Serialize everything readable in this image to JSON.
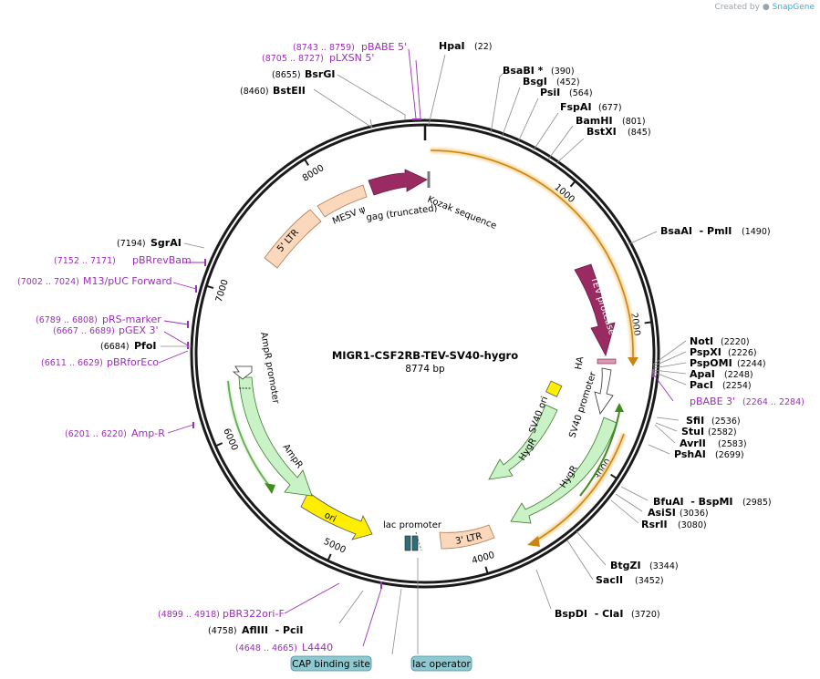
{
  "branding": {
    "prefix": "Created by",
    "product": "SnapGene"
  },
  "map": {
    "name": "MIGR1-CSF2RB-TEV-SV40-hygro",
    "size_label": "8774 bp",
    "total_bp": 8774
  },
  "ticks": [
    {
      "bp": 1000,
      "label": "1000"
    },
    {
      "bp": 2000,
      "label": "2000"
    },
    {
      "bp": 3000,
      "label": "3000"
    },
    {
      "bp": 4000,
      "label": "4000"
    },
    {
      "bp": 5000,
      "label": "5000"
    },
    {
      "bp": 6000,
      "label": "6000"
    },
    {
      "bp": 7000,
      "label": "7000"
    },
    {
      "bp": 8000,
      "label": "8000"
    }
  ],
  "sites": [
    {
      "name": "HpaI",
      "pos": "(22)",
      "bp": 22
    },
    {
      "name": "BsaBI *",
      "pos": "(390)",
      "bp": 390
    },
    {
      "name": "BsgI",
      "pos": "(452)",
      "bp": 452
    },
    {
      "name": "PsiI",
      "pos": "(564)",
      "bp": 564
    },
    {
      "name": "FspAI",
      "pos": "(677)",
      "bp": 677
    },
    {
      "name": "BamHI",
      "pos": "(801)",
      "bp": 801
    },
    {
      "name": "BstXI",
      "pos": "(845)",
      "bp": 845
    },
    {
      "name": "BsaAI  - PmlI",
      "pos": "(1490)",
      "bp": 1490
    },
    {
      "name": "NotI",
      "pos": "(2220)",
      "bp": 2220
    },
    {
      "name": "PspXI",
      "pos": "(2226)",
      "bp": 2226
    },
    {
      "name": "PspOMI",
      "pos": "(2244)",
      "bp": 2244
    },
    {
      "name": "ApaI",
      "pos": "(2248)",
      "bp": 2248
    },
    {
      "name": "PacI",
      "pos": "(2254)",
      "bp": 2254
    },
    {
      "name": "SfiI",
      "pos": "(2536)",
      "bp": 2536
    },
    {
      "name": "StuI",
      "pos": "(2582)",
      "bp": 2582
    },
    {
      "name": "AvrII",
      "pos": "(2583)",
      "bp": 2583
    },
    {
      "name": "PshAI",
      "pos": "(2699)",
      "bp": 2699
    },
    {
      "name": "BfuAI  - BspMI",
      "pos": "(2985)",
      "bp": 2985
    },
    {
      "name": "AsiSI",
      "pos": "(3036)",
      "bp": 3036
    },
    {
      "name": "RsrII",
      "pos": "(3080)",
      "bp": 3080
    },
    {
      "name": "BtgZI",
      "pos": "(3344)",
      "bp": 3344
    },
    {
      "name": "SacII",
      "pos": "(3452)",
      "bp": 3452
    },
    {
      "name": "BspDI  - ClaI",
      "pos": "(3720)",
      "bp": 3720
    },
    {
      "name": "AflIII  - PciI",
      "pos": "(4758)",
      "bp": 4758
    },
    {
      "name": "PfoI",
      "pos": "(6684)",
      "bp": 6684
    },
    {
      "name": "SgrAI",
      "pos": "(7194)",
      "bp": 7194
    },
    {
      "name": "BstEII",
      "pos": "(8460)",
      "bp": 8460
    },
    {
      "name": "BsrGI",
      "pos": "(8655)",
      "bp": 8655
    }
  ],
  "primers": [
    {
      "name": "pBABE 5'",
      "pos": "(8743 .. 8759)",
      "bp": 8751
    },
    {
      "name": "pLXSN 5'",
      "pos": "(8705 .. 8727)",
      "bp": 8716
    },
    {
      "name": "pBRrevBam",
      "pos": "(7152 .. 7171)",
      "bp": 7161
    },
    {
      "name": "M13/pUC Forward",
      "pos": "(7002 .. 7024)",
      "bp": 7013
    },
    {
      "name": "pRS-marker",
      "pos": "(6789 .. 6808)",
      "bp": 6798
    },
    {
      "name": "pGEX 3'",
      "pos": "(6667 .. 6689)",
      "bp": 6678
    },
    {
      "name": "pBRforEco",
      "pos": "(6611 .. 6629)",
      "bp": 6620
    },
    {
      "name": "Amp-R",
      "pos": "(6201 .. 6220)",
      "bp": 6210
    },
    {
      "name": "pBABE 3'",
      "pos": "(2264 .. 2284)",
      "bp": 2274
    },
    {
      "name": "pBR322ori-F",
      "pos": "(4899 .. 4918)",
      "bp": 4908
    },
    {
      "name": "L4440",
      "pos": "(4648 .. 4665)",
      "bp": 4656
    }
  ],
  "features": [
    {
      "label": "Kozak sequence"
    },
    {
      "label": "gag (truncated)"
    },
    {
      "label": "MESV ψ"
    },
    {
      "label": "5' LTR"
    },
    {
      "label": "TEV protease"
    },
    {
      "label": "HA"
    },
    {
      "label": "SV40 promoter"
    },
    {
      "label": "SV40 ori"
    },
    {
      "label": "HygR"
    },
    {
      "label": "HygR"
    },
    {
      "label": "3' LTR"
    },
    {
      "label": "lac promoter"
    },
    {
      "label": "ori"
    },
    {
      "label": "AmpR"
    },
    {
      "label": "AmpR promoter"
    }
  ],
  "badges": [
    {
      "label": "CAP binding site"
    },
    {
      "label": "lac operator"
    }
  ],
  "colors": {
    "backbone": "#1a1a1a",
    "primer": "#9b2fb8",
    "ltr_fill": "#fbd8bc",
    "gag_fill": "#9a2a62",
    "green_fill": "#c9f2c6",
    "green_line": "#3d8c1e",
    "orange_line": "#e39a1c",
    "ori_fill": "#ffee00",
    "badge_fill": "#8ec9d1"
  }
}
